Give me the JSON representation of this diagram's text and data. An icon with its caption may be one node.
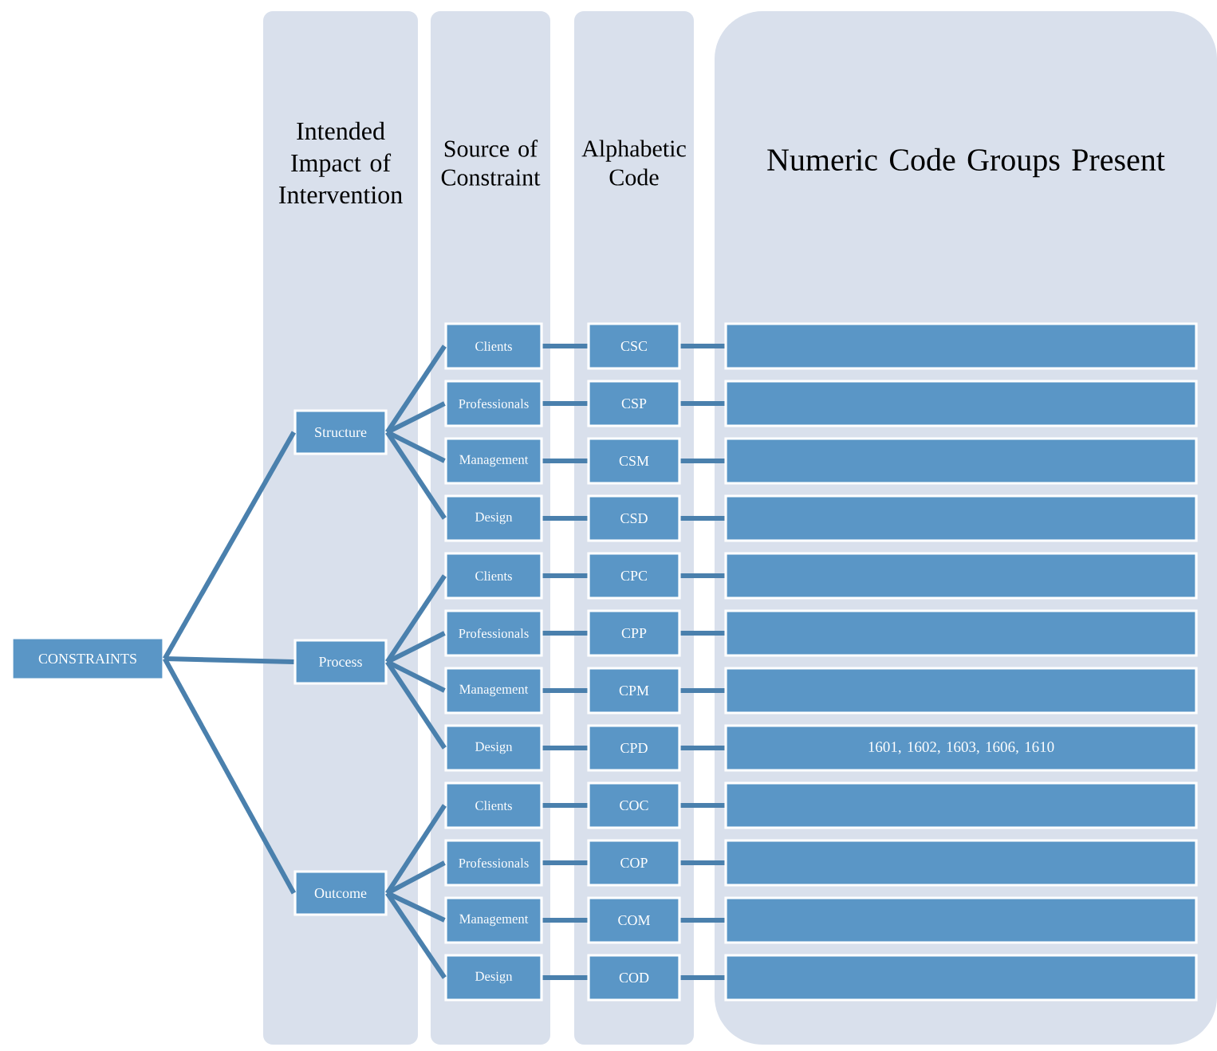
{
  "diagram": {
    "nodes": [
      {
        "text": [
          "CONSTRAINTS"
        ]
      },
      {
        "text": [
          "Intended Impact of Intervention"
        ]
      },
      {
        "text": [
          "Structure"
        ],
        "in": 1
      },
      {
        "text": [
          "Process"
        ],
        "in": 1
      },
      {
        "text": [
          "Outcome"
        ],
        "in": 1
      },
      {
        "text": [
          "Source of Constraint"
        ]
      },
      {
        "text": [
          "Clients"
        ],
        "in": 5
      },
      {
        "text": [
          "Professionals"
        ],
        "in": 5
      },
      {
        "text": [
          "Management"
        ],
        "in": 5
      },
      {
        "text": [
          "Design"
        ],
        "in": 5
      },
      {
        "text": [
          "Clients"
        ],
        "in": 5
      },
      {
        "text": [
          "Professionals"
        ],
        "in": 5
      },
      {
        "text": [
          "Management"
        ],
        "in": 5
      },
      {
        "text": [
          "Design"
        ],
        "in": 5
      },
      {
        "text": [
          "Clients"
        ],
        "in": 5
      },
      {
        "text": [
          "Professionals"
        ],
        "in": 5
      },
      {
        "text": [
          "Management"
        ],
        "in": 5
      },
      {
        "text": [
          "Design"
        ],
        "in": 5
      },
      {
        "text": [
          "Alphabetic Code"
        ]
      },
      {
        "text": [
          "CSC"
        ],
        "in": 18
      },
      {
        "text": [
          "CSP"
        ],
        "in": 18
      },
      {
        "text": [
          "CSM"
        ],
        "in": 18
      },
      {
        "text": [
          "CSD"
        ],
        "in": 18
      },
      {
        "text": [
          "CPC"
        ],
        "in": 18
      },
      {
        "text": [
          "CPP"
        ],
        "in": 18
      },
      {
        "text": [
          "CPM"
        ],
        "in": 18
      },
      {
        "text": [
          "CPD"
        ],
        "in": 18
      },
      {
        "text": [
          "COC"
        ],
        "in": 18
      },
      {
        "text": [
          "COP"
        ],
        "in": 18
      },
      {
        "text": [
          "COM"
        ],
        "in": 18
      },
      {
        "text": [
          "COD"
        ],
        "in": 18
      },
      {
        "text": [
          "Numeric Code Groups Present"
        ]
      },
      {
        "text": [],
        "shape": "bar",
        "in": 31
      },
      {
        "text": [],
        "shape": "bar",
        "in": 31
      },
      {
        "text": [],
        "shape": "bar",
        "in": 31
      },
      {
        "text": [],
        "shape": "bar",
        "in": 31
      },
      {
        "text": [],
        "shape": "bar",
        "in": 31
      },
      {
        "text": [],
        "shape": "bar",
        "in": 31
      },
      {
        "text": [],
        "shape": "bar",
        "in": 31
      },
      {
        "text": [
          "1601, 1602, 1603, 1606, 1610"
        ],
        "in": 31
      },
      {
        "text": [],
        "shape": "bar",
        "in": 31
      },
      {
        "text": [],
        "shape": "bar",
        "in": 31
      },
      {
        "text": [],
        "shape": "bar",
        "in": 31
      },
      {
        "text": [],
        "shape": "bar",
        "in": 31
      }
    ],
    "edges": [
      {
        "from": 0,
        "to": 2,
        "arrow": "none"
      },
      {
        "from": 0,
        "to": 3,
        "arrow": "none"
      },
      {
        "from": 0,
        "to": 4,
        "arrow": "none"
      },
      {
        "from": 2,
        "to": 6,
        "arrow": "none"
      },
      {
        "from": 2,
        "to": 7,
        "arrow": "none"
      },
      {
        "from": 2,
        "to": 8,
        "arrow": "none"
      },
      {
        "from": 2,
        "to": 9,
        "arrow": "none"
      },
      {
        "from": 3,
        "to": 10,
        "arrow": "none"
      },
      {
        "from": 3,
        "to": 11,
        "arrow": "none"
      },
      {
        "from": 3,
        "to": 12,
        "arrow": "none"
      },
      {
        "from": 3,
        "to": 13,
        "arrow": "none"
      },
      {
        "from": 4,
        "to": 14,
        "arrow": "none"
      },
      {
        "from": 4,
        "to": 15,
        "arrow": "none"
      },
      {
        "from": 4,
        "to": 16,
        "arrow": "none"
      },
      {
        "from": 4,
        "to": 17,
        "arrow": "none"
      },
      {
        "from": 6,
        "to": 19,
        "arrow": "none"
      },
      {
        "from": 7,
        "to": 20,
        "arrow": "none"
      },
      {
        "from": 8,
        "to": 21,
        "arrow": "none"
      },
      {
        "from": 9,
        "to": 22,
        "arrow": "none"
      },
      {
        "from": 10,
        "to": 23,
        "arrow": "none"
      },
      {
        "from": 11,
        "to": 24,
        "arrow": "none"
      },
      {
        "from": 12,
        "to": 25,
        "arrow": "none"
      },
      {
        "from": 13,
        "to": 26,
        "arrow": "none"
      },
      {
        "from": 14,
        "to": 27,
        "arrow": "none"
      },
      {
        "from": 15,
        "to": 28,
        "arrow": "none"
      },
      {
        "from": 16,
        "to": 29,
        "arrow": "none"
      },
      {
        "from": 17,
        "to": 30,
        "arrow": "none"
      },
      {
        "from": 19,
        "to": 32,
        "arrow": "none"
      },
      {
        "from": 20,
        "to": 33,
        "arrow": "none"
      },
      {
        "from": 21,
        "to": 34,
        "arrow": "none"
      },
      {
        "from": 22,
        "to": 35,
        "arrow": "none"
      },
      {
        "from": 23,
        "to": 36,
        "arrow": "none"
      },
      {
        "from": 24,
        "to": 37,
        "arrow": "none"
      },
      {
        "from": 25,
        "to": 38,
        "arrow": "none"
      },
      {
        "from": 26,
        "to": 39,
        "arrow": "none"
      },
      {
        "from": 27,
        "to": 40,
        "arrow": "none"
      },
      {
        "from": 28,
        "to": 41,
        "arrow": "none"
      },
      {
        "from": 29,
        "to": 42,
        "arrow": "none"
      },
      {
        "from": 30,
        "to": 43,
        "arrow": "none"
      }
    ]
  }
}
